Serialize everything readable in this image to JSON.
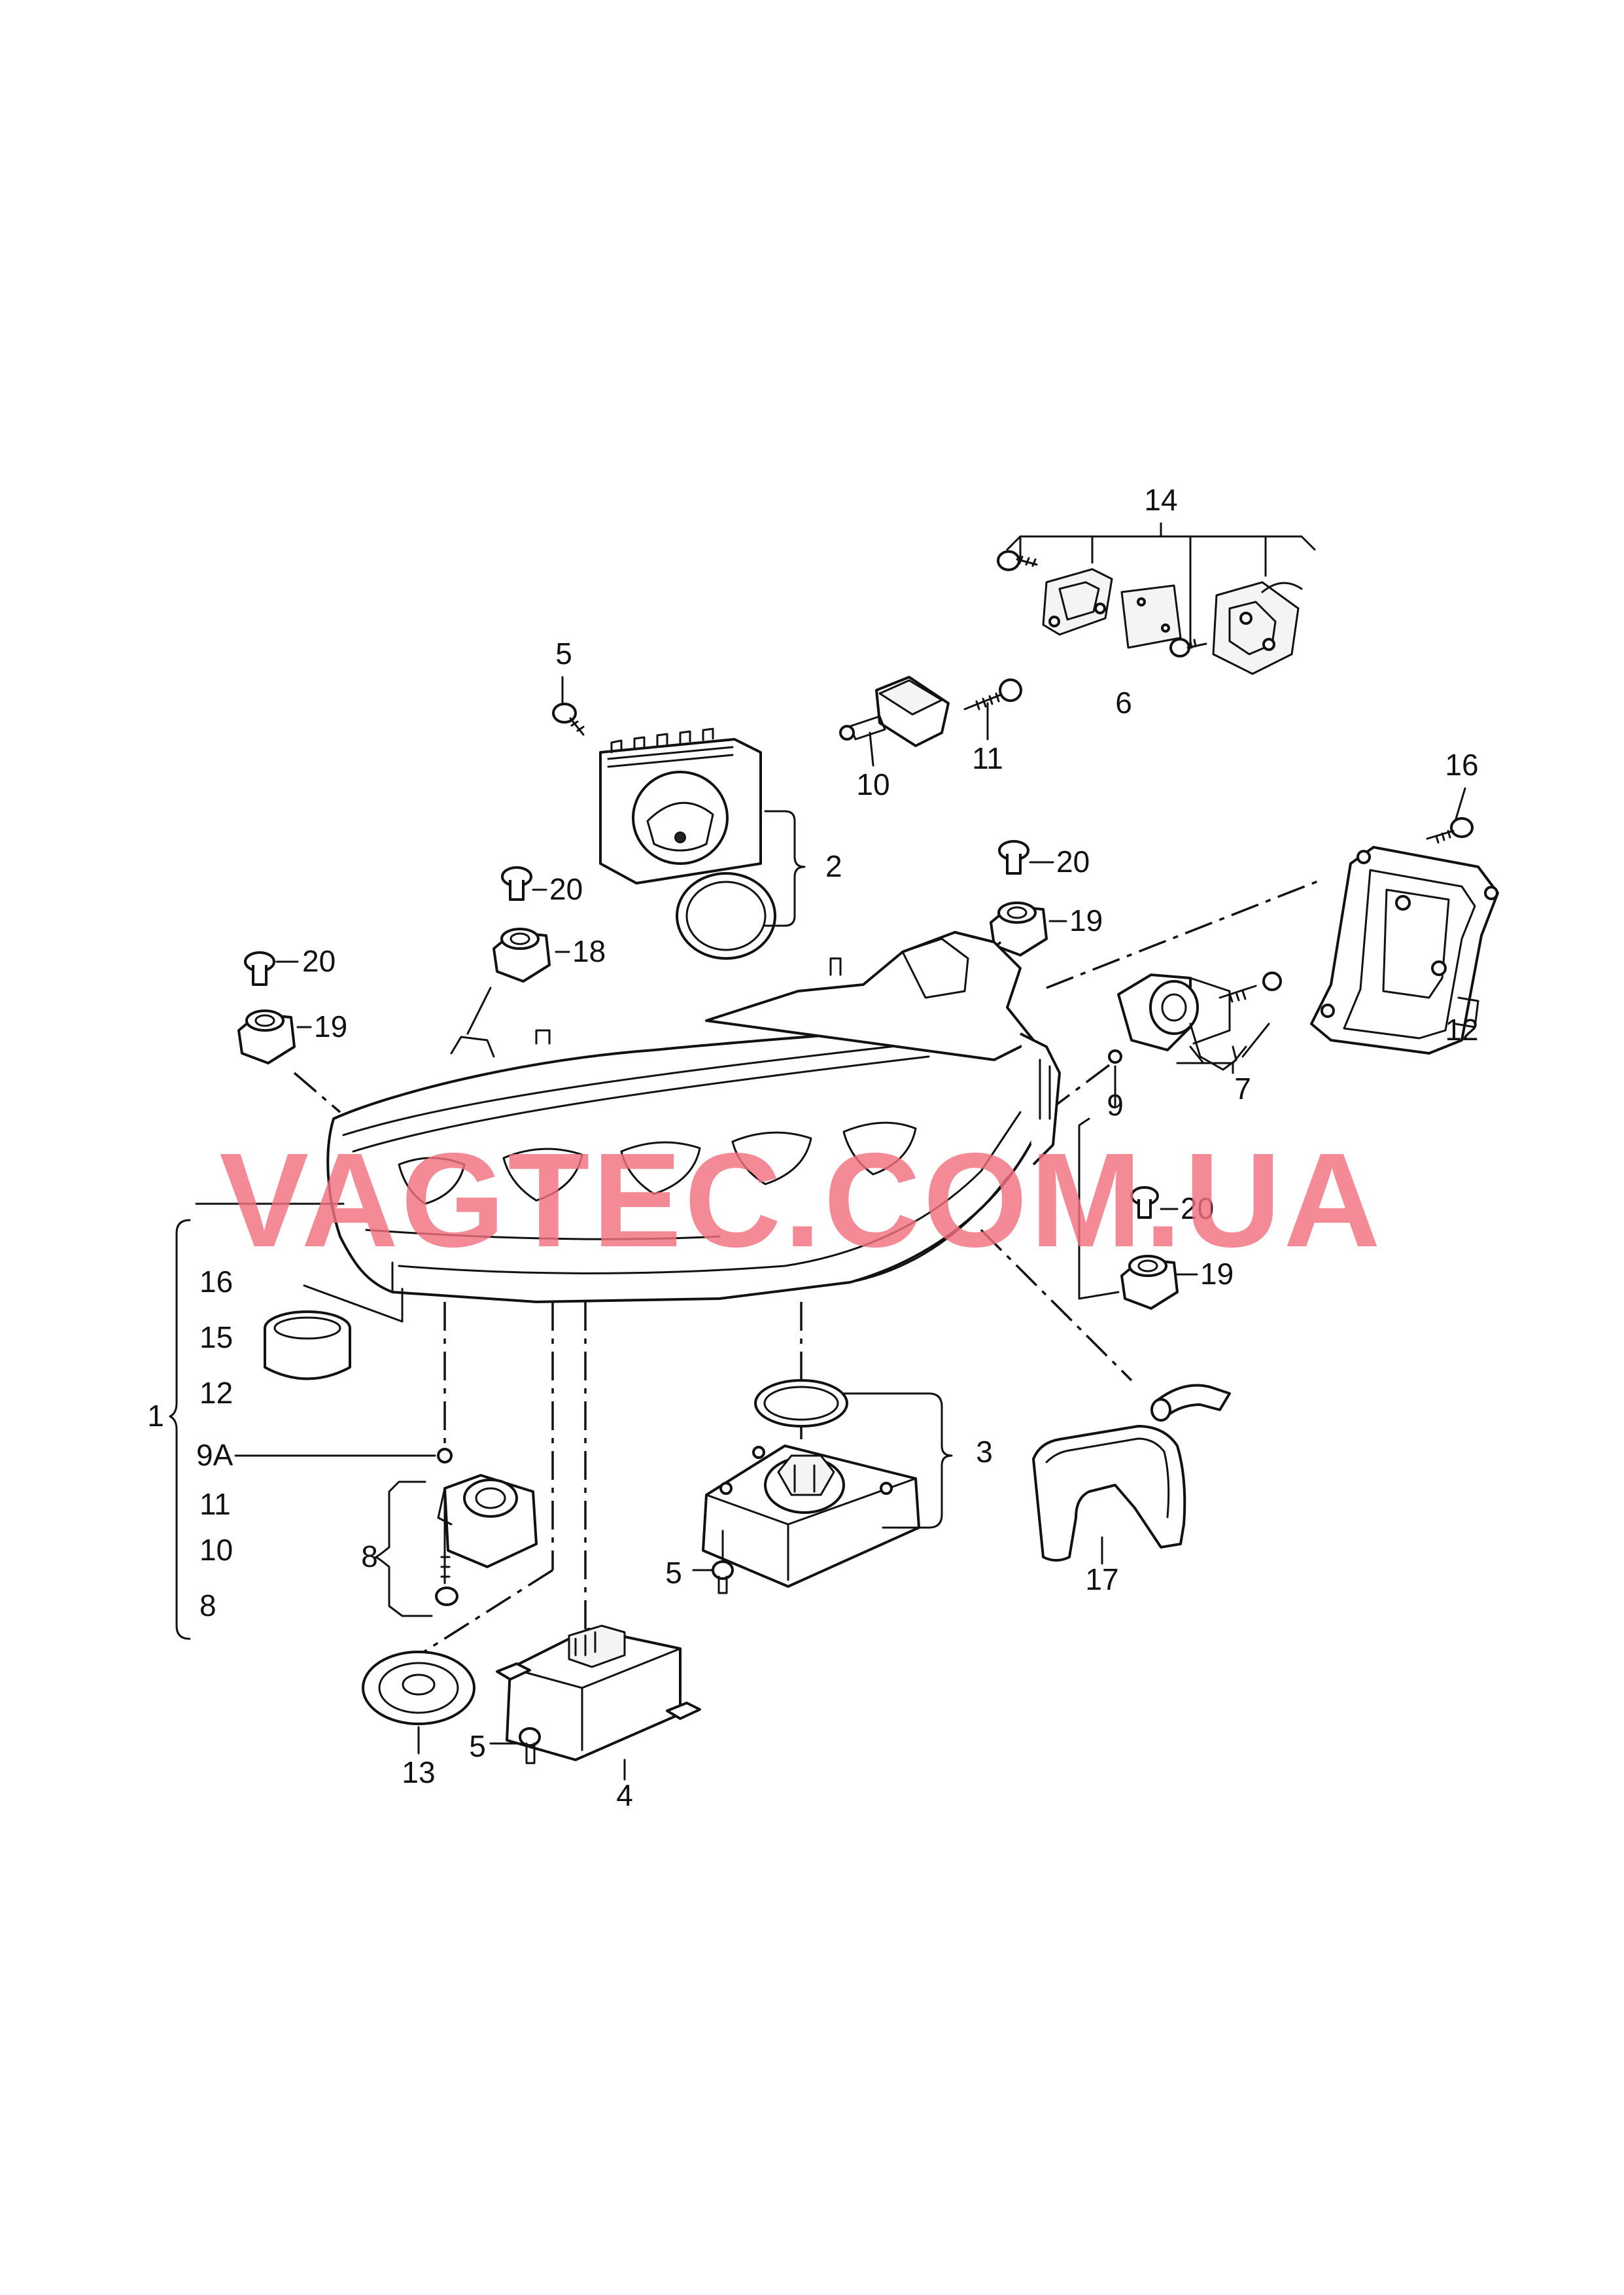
{
  "diagram": {
    "callouts": {
      "c14": "14",
      "c6": "6",
      "c5_top": "5",
      "c11": "11",
      "c10": "10",
      "c2": "2",
      "c16_top": "16",
      "c20_a": "20",
      "c20_b": "20",
      "c20_c": "20",
      "c20_d": "20",
      "c18": "18",
      "c19_a": "19",
      "c19_b": "19",
      "c19_c": "19",
      "c12_right": "12",
      "c9": "9",
      "c7": "7",
      "c1": "1",
      "c3": "3",
      "c17": "17",
      "c5_mid": "5",
      "c5_bottom": "5",
      "c8": "8",
      "c13": "13",
      "c4": "4"
    },
    "legend_list": {
      "l16": "16",
      "l15": "15",
      "l12": "12",
      "l9a": "9A",
      "l11": "11",
      "l10": "10",
      "l8": "8"
    },
    "watermark": "VAGTEC.COM.UA",
    "colors": {
      "line": "#111111",
      "watermark": "#f2707f",
      "background": "#ffffff"
    }
  }
}
